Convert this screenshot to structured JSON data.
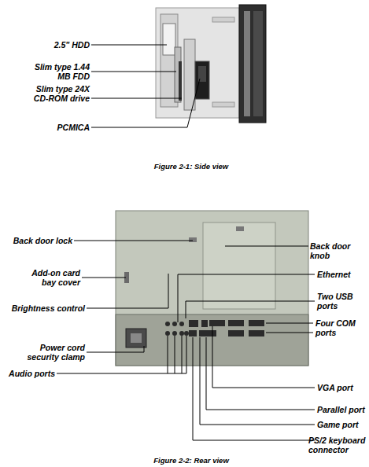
{
  "diagram": {
    "labels": [
      "2.5\" HDD",
      "Slim type 1.44 MB FDD",
      "Slim type 24X CD-ROM drive",
      "PCMICA",
      "Figure 2-1: Side view",
      "Back door lock",
      "Back door knob",
      "Add-on card bay cover",
      "Ethernet",
      "Brightness control",
      "Two USB ports",
      "Four COM ports",
      "Power cord security clamp",
      "Audio ports",
      "VGA port",
      "Parallel port",
      "Game port",
      "PS/2 keyboard connector",
      "Figure 2-2: Rear view"
    ]
  }
}
